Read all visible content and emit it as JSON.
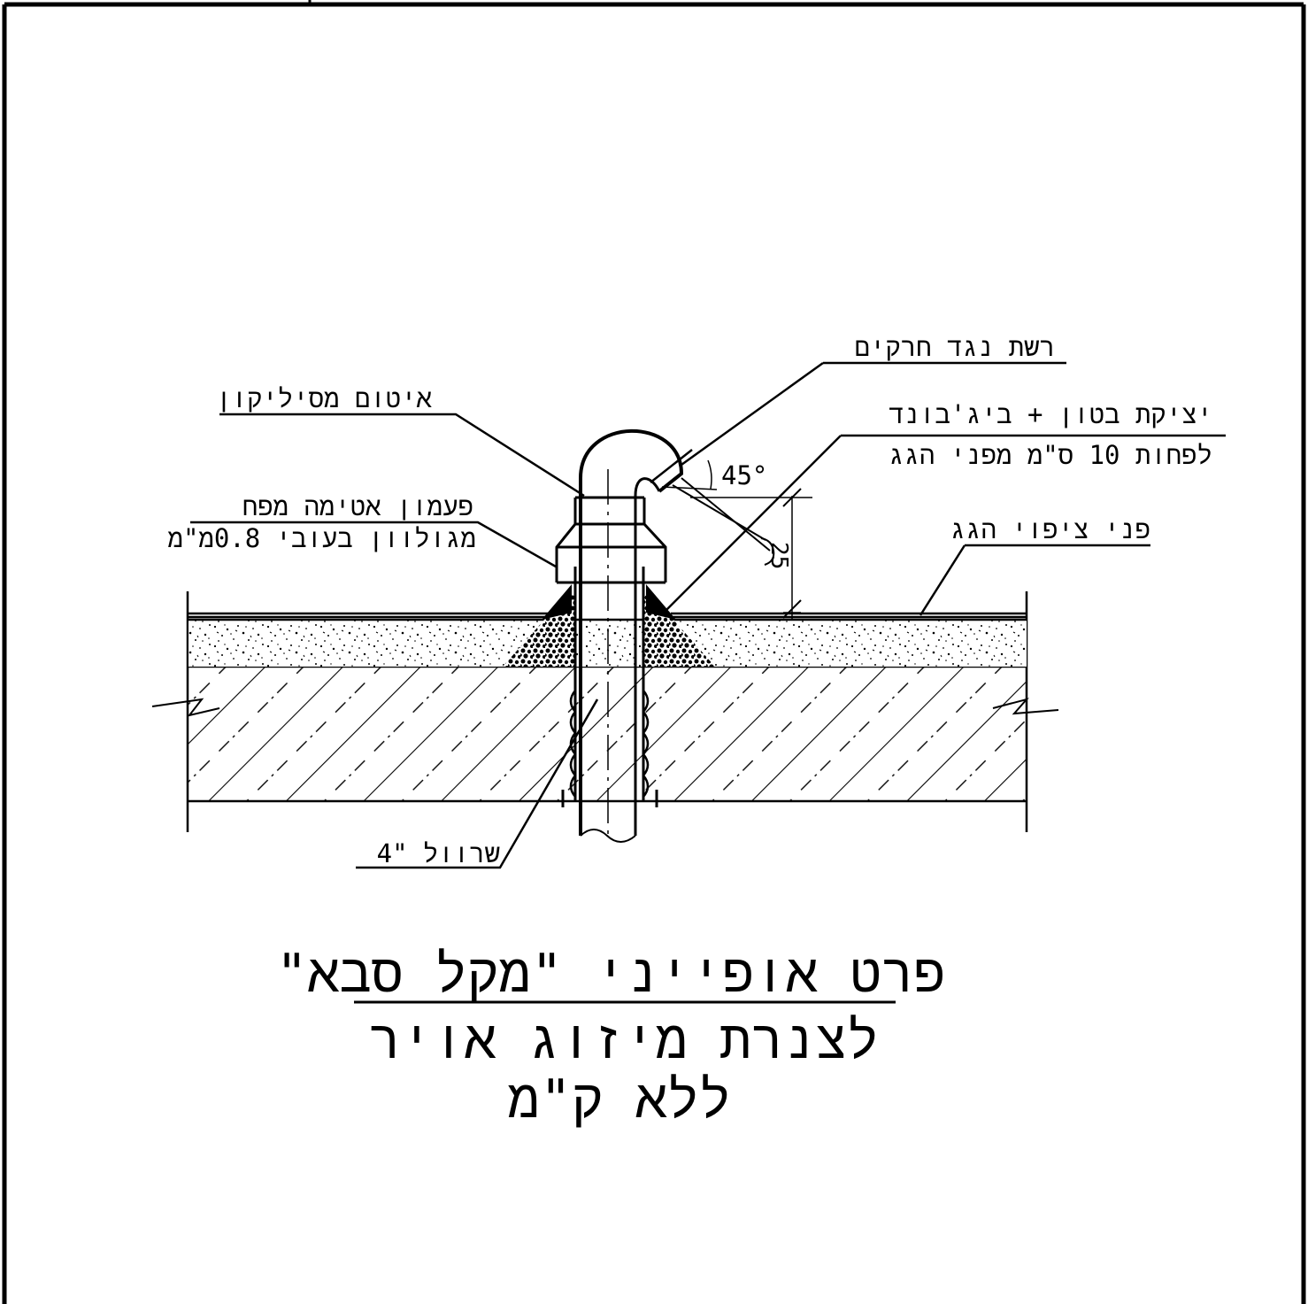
{
  "labels": {
    "mesh": "רשת נגד חרקים",
    "silicone": "איטום מסיליקון",
    "casting_line1": "יציקת  בטון + ביג'בונד",
    "casting_line2": "לפחות  10 ס\"מ  מפני  הגג",
    "bell_line1": "פעמון  אטימה  מפח",
    "bell_line2": "מגולוון בעובי 0.8מ\"מ",
    "roof_surface": "פני ציפוי הגג",
    "sleeve": "שרוול \"4",
    "angle": "45°",
    "dimension": "25"
  },
  "title": {
    "line1": "פרט  אופייני \"מקל סבא\"",
    "line2": "לצנרת מיזוג אויר",
    "line3": "ללא ק\"מ"
  }
}
